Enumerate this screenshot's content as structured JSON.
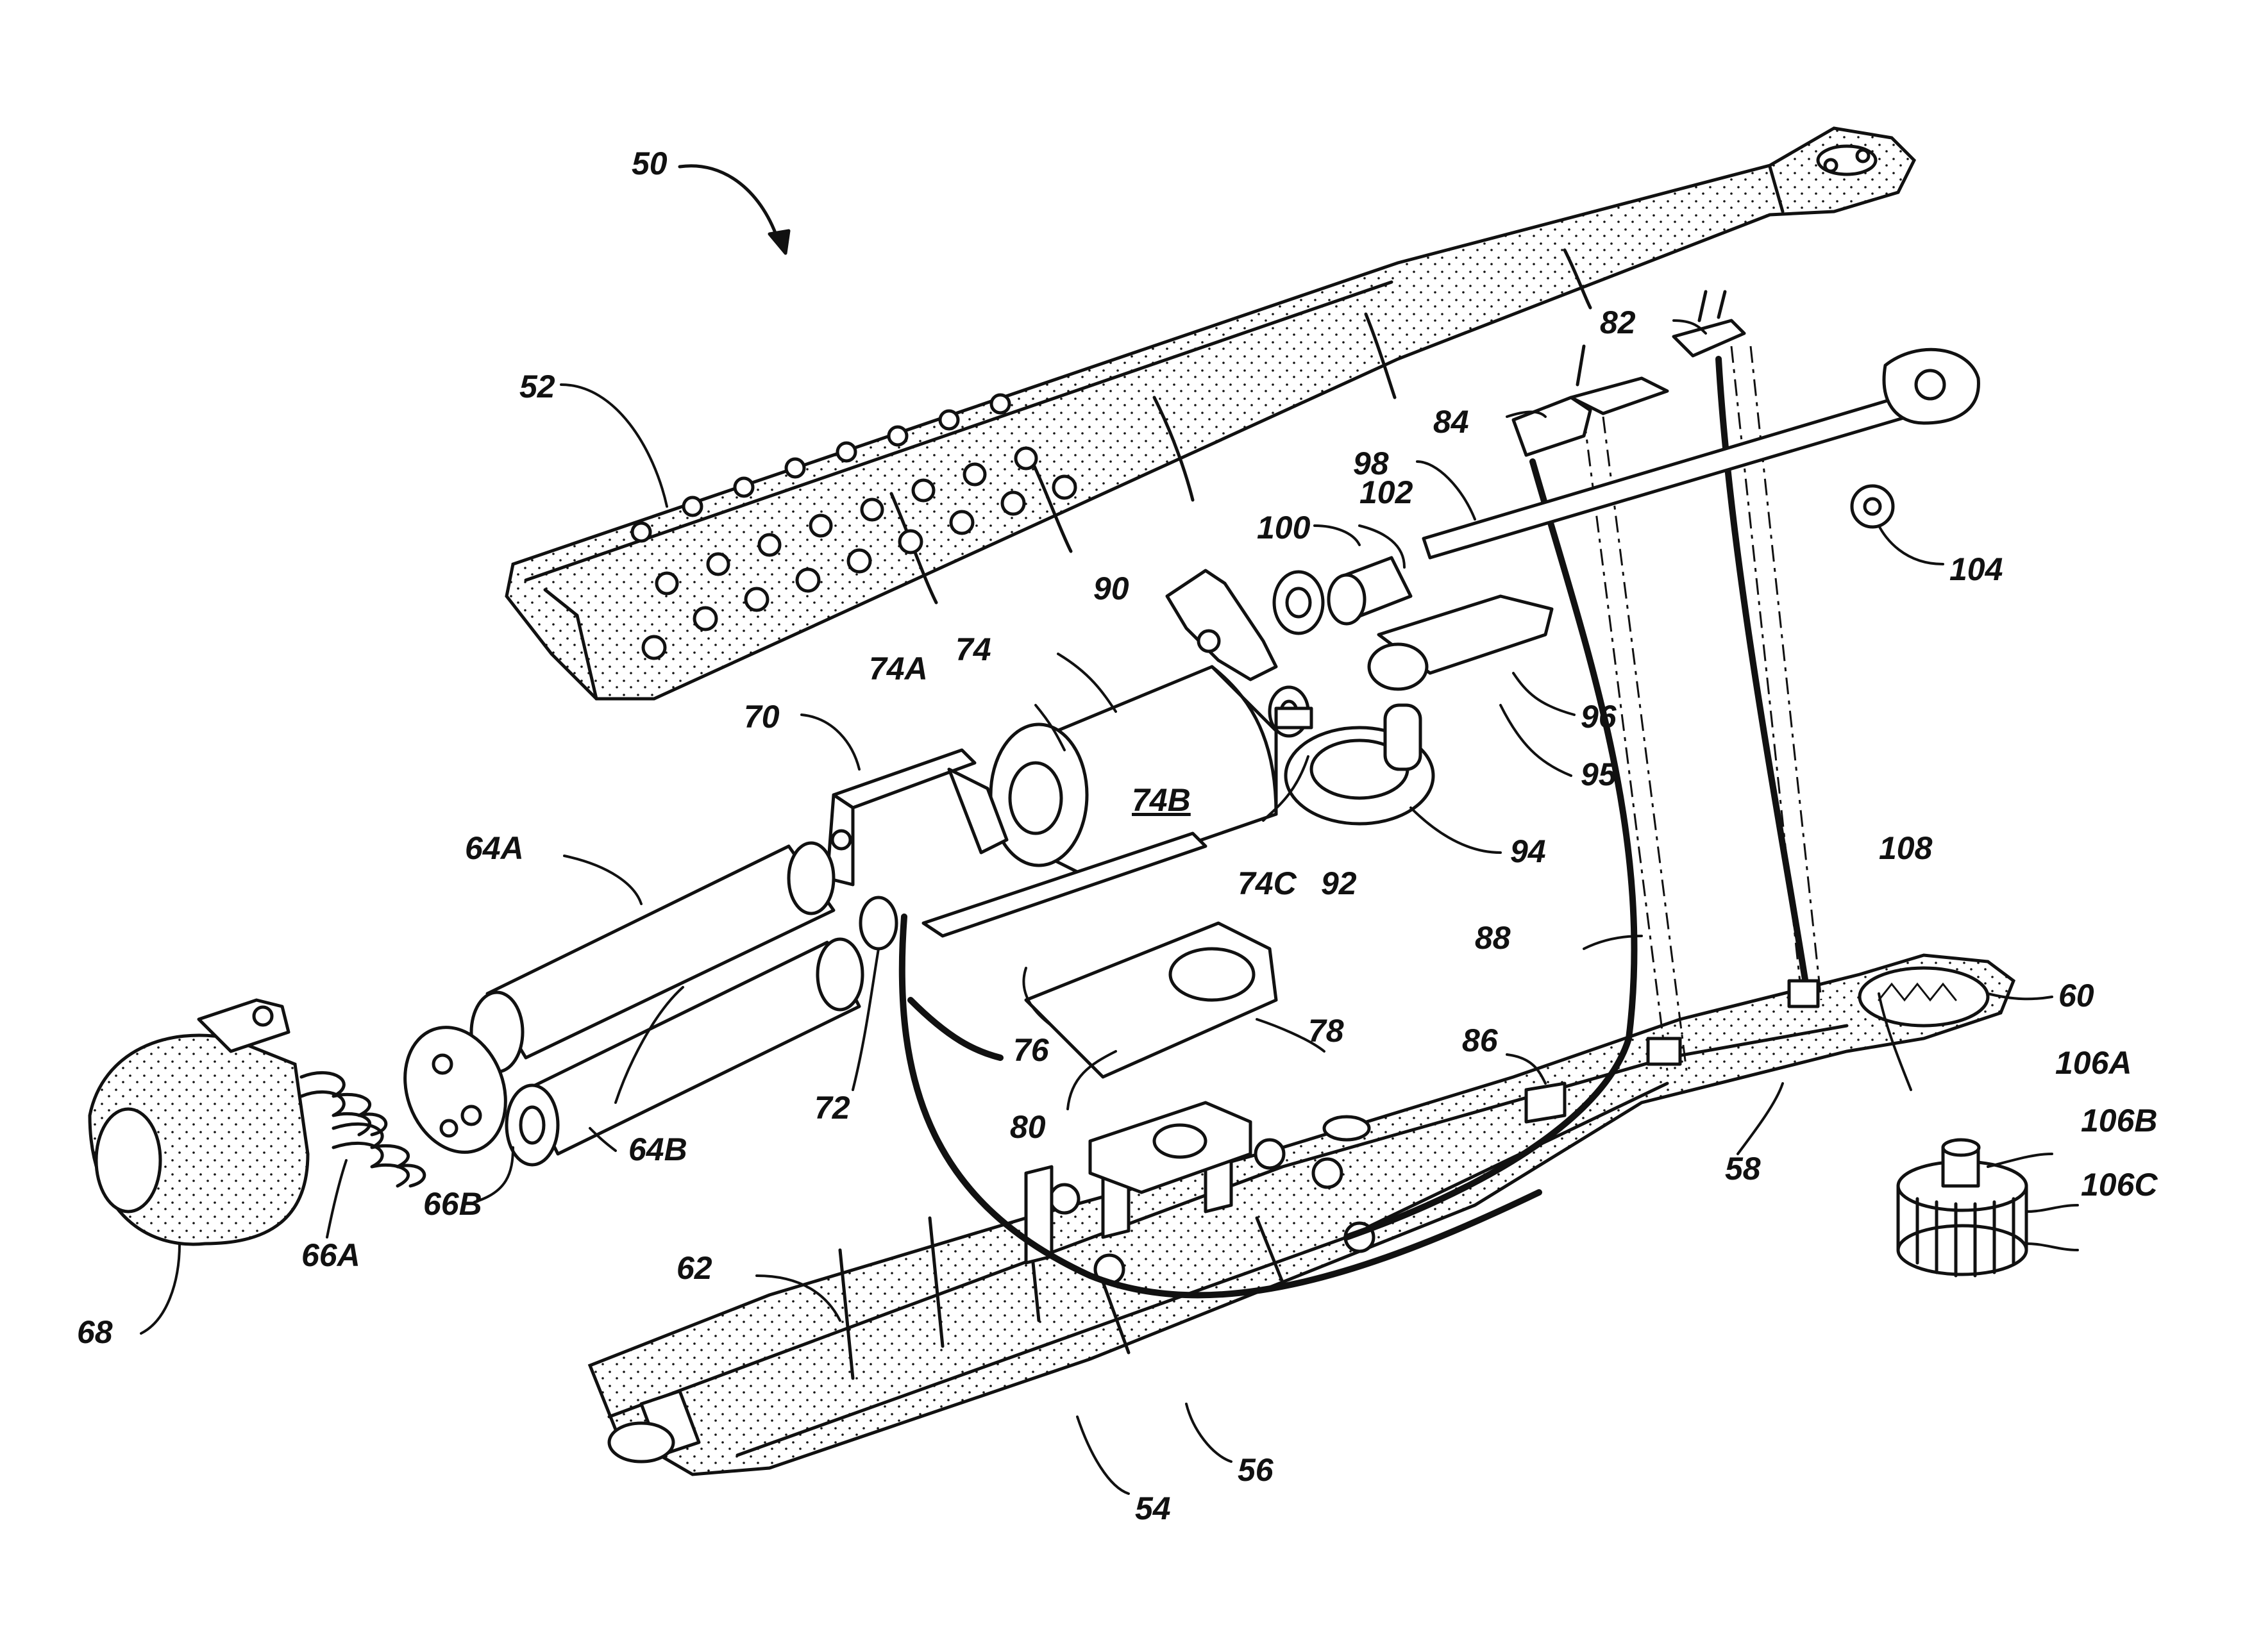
{
  "colors": {
    "ink": "#111111",
    "paper": "#ffffff"
  },
  "labels": [
    {
      "id": "50",
      "text": "50"
    },
    {
      "id": "52",
      "text": "52"
    },
    {
      "id": "54",
      "text": "54"
    },
    {
      "id": "56",
      "text": "56"
    },
    {
      "id": "58",
      "text": "58"
    },
    {
      "id": "60",
      "text": "60"
    },
    {
      "id": "62",
      "text": "62"
    },
    {
      "id": "64A",
      "text": "64A"
    },
    {
      "id": "64B",
      "text": "64B"
    },
    {
      "id": "66A",
      "text": "66A"
    },
    {
      "id": "66B",
      "text": "66B"
    },
    {
      "id": "68",
      "text": "68"
    },
    {
      "id": "70",
      "text": "70"
    },
    {
      "id": "72",
      "text": "72"
    },
    {
      "id": "74",
      "text": "74"
    },
    {
      "id": "74A",
      "text": "74A"
    },
    {
      "id": "74B",
      "text": "74B"
    },
    {
      "id": "74C",
      "text": "74C"
    },
    {
      "id": "76",
      "text": "76"
    },
    {
      "id": "78",
      "text": "78"
    },
    {
      "id": "80",
      "text": "80"
    },
    {
      "id": "82",
      "text": "82"
    },
    {
      "id": "84",
      "text": "84"
    },
    {
      "id": "86",
      "text": "86"
    },
    {
      "id": "88",
      "text": "88"
    },
    {
      "id": "90",
      "text": "90"
    },
    {
      "id": "92",
      "text": "92"
    },
    {
      "id": "94",
      "text": "94"
    },
    {
      "id": "95",
      "text": "95"
    },
    {
      "id": "96",
      "text": "96"
    },
    {
      "id": "98",
      "text": "98"
    },
    {
      "id": "100",
      "text": "100"
    },
    {
      "id": "102",
      "text": "102"
    },
    {
      "id": "104",
      "text": "104"
    },
    {
      "id": "106A",
      "text": "106A"
    },
    {
      "id": "106B",
      "text": "106B"
    },
    {
      "id": "106C",
      "text": "106C"
    },
    {
      "id": "108",
      "text": "108"
    }
  ]
}
